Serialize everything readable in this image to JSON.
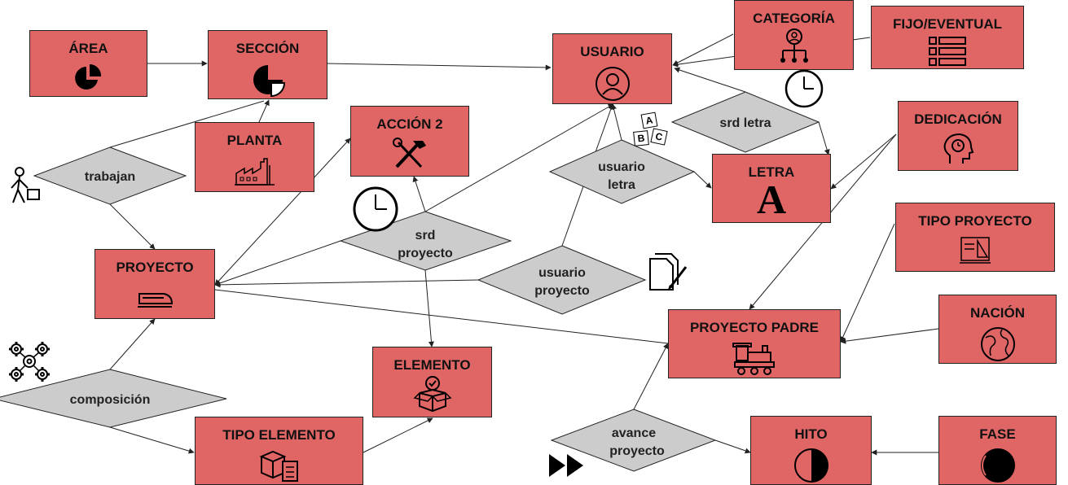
{
  "entities": {
    "area": "ÁREA",
    "seccion": "SECCIÓN",
    "usuario": "USUARIO",
    "categoria": "CATEGORÍA",
    "fijo_eventual": "FIJO/EVENTUAL",
    "planta": "PLANTA",
    "accion2": "ACCIÓN 2",
    "dedicacion": "DEDICACIÓN",
    "letra": "LETRA",
    "proyecto": "PROYECTO",
    "tipo_proyecto": "TIPO PROYECTO",
    "elemento": "ELEMENTO",
    "nacion": "NACIÓN",
    "proyecto_padre": "PROYECTO PADRE",
    "tipo_elemento": "TIPO ELEMENTO",
    "hito": "HITO",
    "fase": "FASE"
  },
  "relations": {
    "trabajan": "trabajan",
    "srd_letra": "srd letra",
    "usuario_letra_1": "usuario",
    "usuario_letra_2": "letra",
    "srd_proyecto_1": "srd",
    "srd_proyecto_2": "proyecto",
    "usuario_proyecto_1": "usuario",
    "usuario_proyecto_2": "proyecto",
    "composicion": "composición",
    "avance_proyecto_1": "avance",
    "avance_proyecto_2": "proyecto"
  },
  "icons": {
    "letra": "A",
    "abc_a": "A",
    "abc_b": "B",
    "abc_c": "C"
  },
  "colors": {
    "entity_fill": "#e06666",
    "relation_fill": "#cccccc",
    "line": "#222222"
  }
}
